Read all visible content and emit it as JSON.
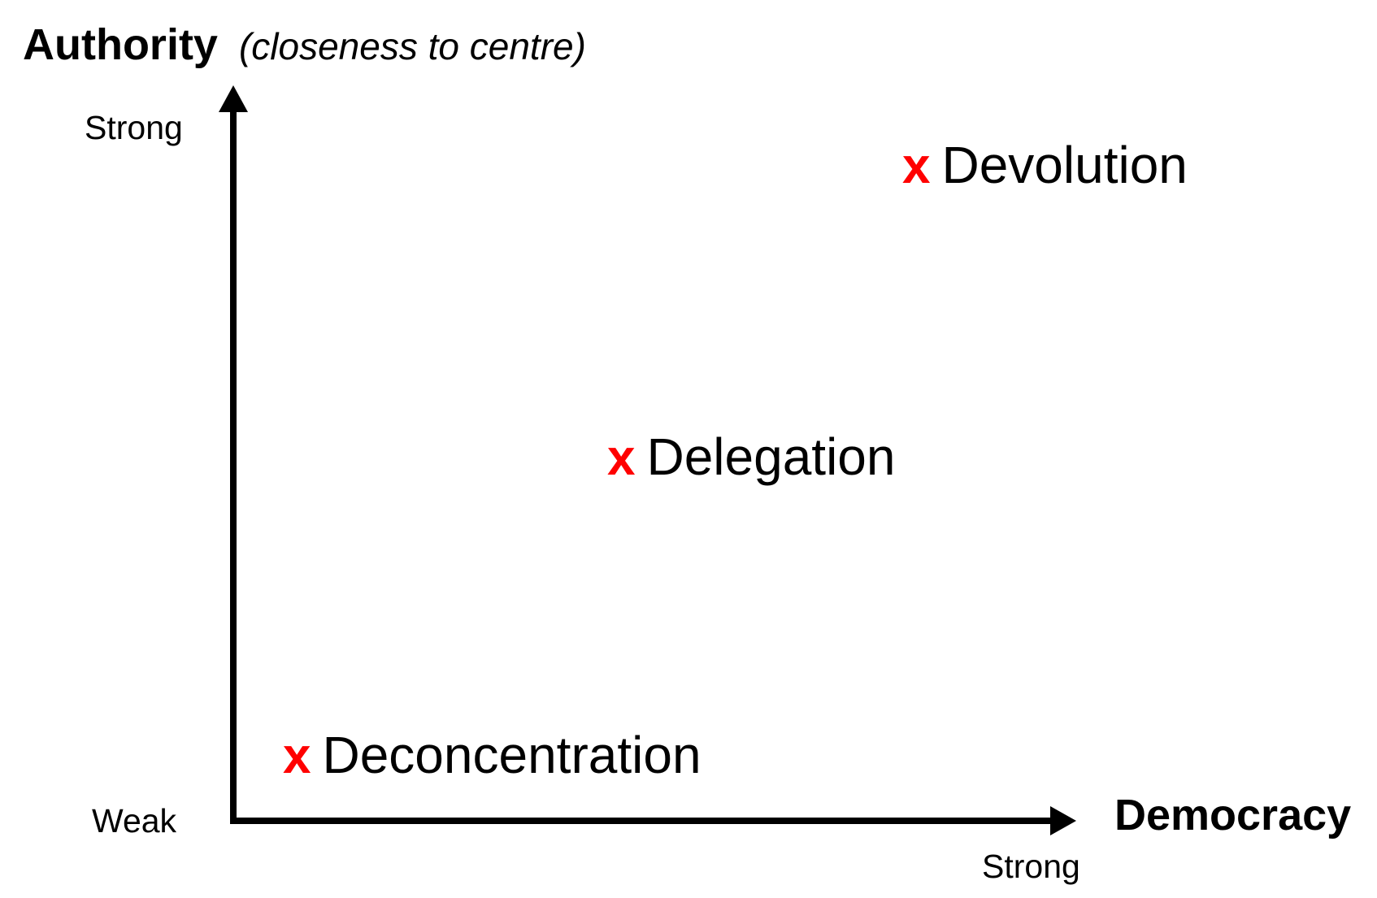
{
  "y_axis": {
    "title": "Authority",
    "note": "(closeness to centre)",
    "high_label": "Strong"
  },
  "x_axis": {
    "title": "Democracy",
    "low_label": "Weak",
    "high_label": "Strong"
  },
  "points": [
    {
      "marker": "x",
      "label": "Devolution"
    },
    {
      "marker": "x",
      "label": "Delegation"
    },
    {
      "marker": "x",
      "label": "Deconcentration"
    }
  ],
  "colors": {
    "marker": "#ff0000",
    "axis": "#000000",
    "text": "#000000",
    "background": "#ffffff"
  }
}
